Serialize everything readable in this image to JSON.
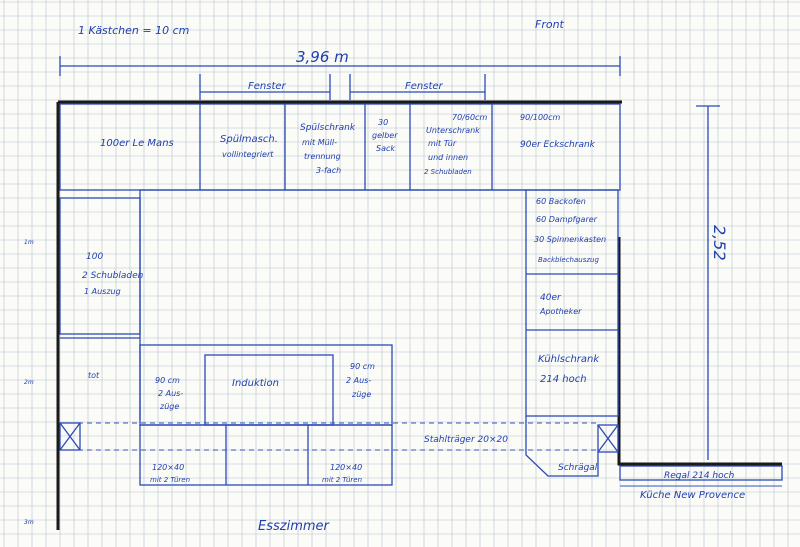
{
  "scale_note": "1 Kästchen = 10 cm",
  "front_label": "Front",
  "width_dimension": "3,96 m",
  "depth_dimension": "2,52",
  "window_labels": [
    "Fenster",
    "Fenster"
  ],
  "top_row": [
    {
      "id": "lemans",
      "lines": [
        "100er Le Mans"
      ]
    },
    {
      "id": "spuelmaschine",
      "lines": [
        "Spülmasch.",
        "vollintegriert"
      ]
    },
    {
      "id": "spuelschrank",
      "lines": [
        "Spülschrank",
        "mit Müll-",
        "trennung",
        "3-fach"
      ]
    },
    {
      "id": "gelber-sack",
      "lines": [
        "30",
        "gelber",
        "Sack"
      ]
    },
    {
      "id": "unterschrank",
      "lines": [
        "Unterschrank",
        "mit Tür",
        "und innen",
        "2 Schubladen"
      ]
    },
    {
      "id": "eckschrank",
      "lines": [
        "90er Eckschrank"
      ]
    }
  ],
  "unterschrank_size": "70/60cm",
  "eckschrank_size": "90/100cm",
  "left_column": [
    {
      "id": "schubladen",
      "lines": [
        "100",
        "2 Schubladen",
        "1 Auszug"
      ]
    },
    {
      "id": "tot",
      "lines": [
        "tot"
      ]
    }
  ],
  "right_column": [
    {
      "id": "backofen",
      "lines": [
        "60 Backofen",
        "60 Dampfgarer",
        "30 Spinnenkasten",
        "Backblechauszug"
      ]
    },
    {
      "id": "apotheker",
      "lines": [
        "40er",
        "Apotheker"
      ]
    },
    {
      "id": "kuehlschrank",
      "lines": [
        "Kühlschrank",
        "214 hoch"
      ]
    }
  ],
  "island": {
    "left": [
      "90 cm",
      "2 Aus-",
      "züge"
    ],
    "center": "Induktion",
    "right": [
      "90 cm",
      "2 Aus-",
      "züge"
    ],
    "bottom_left": [
      "120×40",
      "mit 2 Türen"
    ],
    "bottom_right": [
      "120×40",
      "mit 2 Türen"
    ]
  },
  "beam_label": "Stahlträger 20×20",
  "schraegal_label": "Schrägal",
  "regal_label": "Regal 214 hoch",
  "kueche_new_label": "Küche New Provence",
  "essbereich_label": "Esszimmer",
  "ruler_marks": [
    "1m",
    "2m",
    "3m"
  ]
}
